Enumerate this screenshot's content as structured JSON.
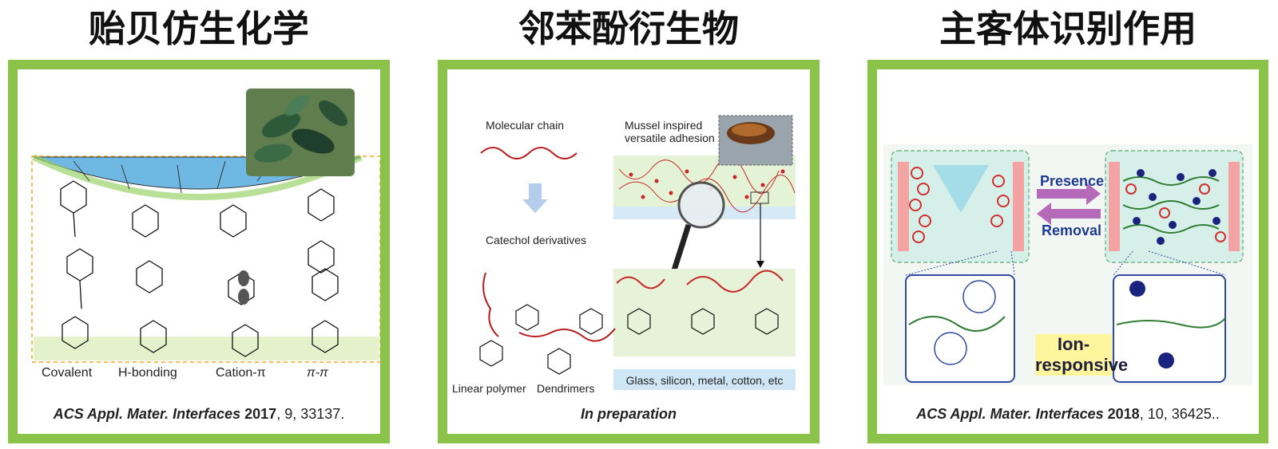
{
  "titles": [
    "贻贝仿生化学",
    "邻苯酚衍生物",
    "主客体识别作用"
  ],
  "panel1": {
    "labels": [
      "Covalent",
      "H-bonding",
      "Cation-π",
      "π-π"
    ],
    "citation": {
      "journal": "ACS Appl. Mater. Interfaces",
      "year": "2017",
      "rest": ", 9, 33137."
    }
  },
  "panel2": {
    "molecular_chain": "Molecular chain",
    "catechol_derivatives": "Catechol derivatives",
    "mussel_inspired": "Mussel inspired",
    "versatile_adhesion": "versatile adhesion",
    "linear_polymer": "Linear polymer",
    "dendrimers": "Dendrimers",
    "substrate": "Glass, silicon, metal, cotton, etc",
    "citation": "In preparation"
  },
  "panel3": {
    "presence": "Presence",
    "removal": "Removal",
    "ion_line1": "Ion-",
    "ion_line2": "responsive",
    "citation": {
      "journal": "ACS Appl. Mater. Interfaces",
      "year": "2018",
      "rest": ", 10, 36425.."
    }
  },
  "colors": {
    "frame": "#8bc34a",
    "accent_blue": "#1f3a93",
    "accent_red": "#c0392b"
  }
}
